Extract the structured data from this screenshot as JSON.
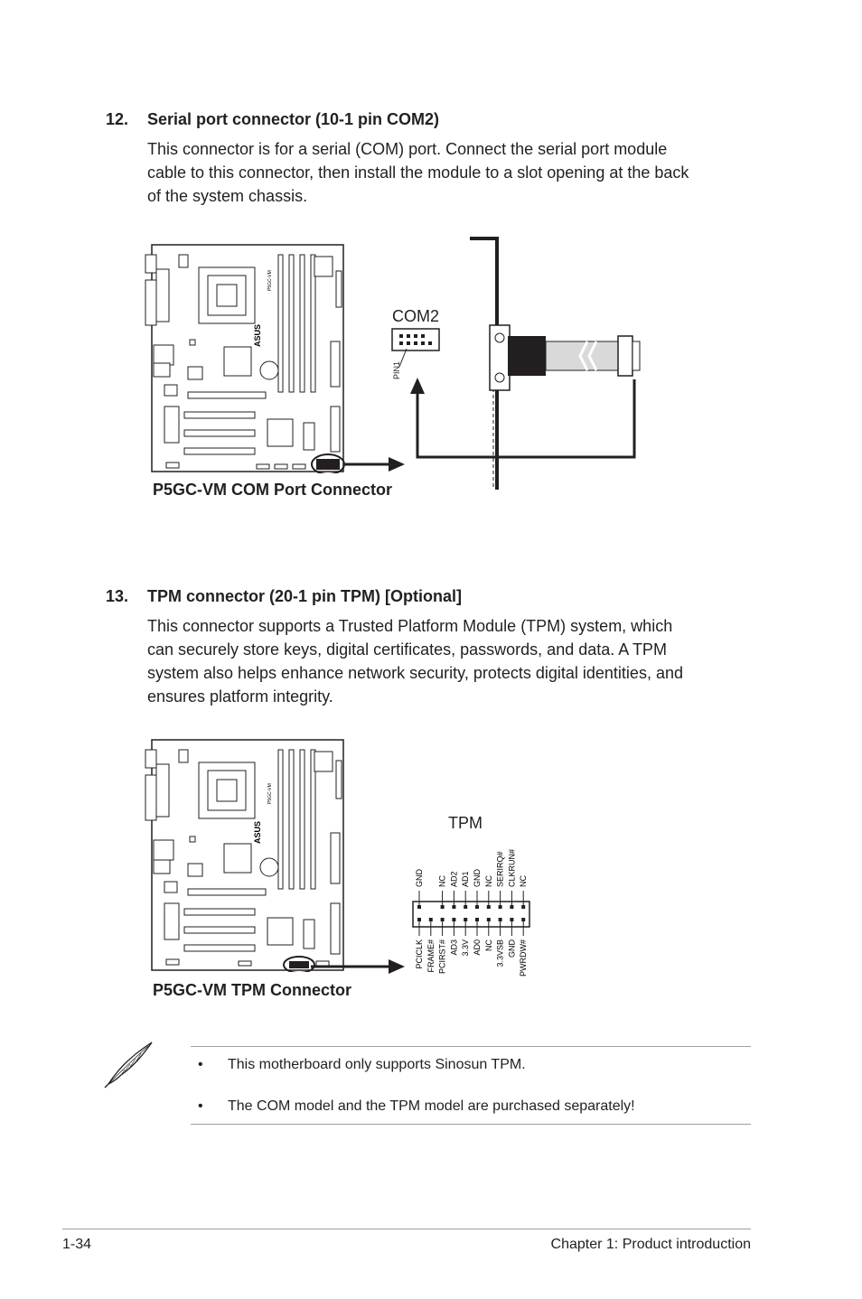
{
  "section12": {
    "number": "12.",
    "title": "Serial port connector (10-1 pin COM2)",
    "lines": [
      "This connector is for a serial (COM) port. Connect the serial port module",
      "cable to this connector, then install the module to a slot opening at the back",
      "of the system chassis."
    ],
    "connector_label": "COM2",
    "pin_label": "PIN1",
    "board_label": "P5GC-VM",
    "caption": "P5GC-VM COM Port Connector"
  },
  "section13": {
    "number": "13.",
    "title": "TPM connector (20-1 pin TPM) [Optional]",
    "lines": [
      "This connector supports a Trusted Platform Module (TPM) system, which",
      "can securely store keys, digital certificates, passwords, and data. A TPM",
      "system also helps enhance network security, protects digital identities, and",
      "ensures platform integrity."
    ],
    "connector_label": "TPM",
    "board_label": "P5GC-VM",
    "top_pins": [
      "GND",
      "",
      "NC",
      "AD2",
      "AD1",
      "GND",
      "NC",
      "SERIRQ#",
      "CLKRUN#",
      "NC"
    ],
    "bottom_pins": [
      "PCICLK",
      "FRAME#",
      "PCIRST#",
      "AD3",
      "3.3V",
      "AD0",
      "NC",
      "3.3VSB",
      "GND",
      "PWRDW#"
    ],
    "caption": "P5GC-VM TPM Connector"
  },
  "notes": {
    "bullet": "•",
    "items": [
      "This motherboard only supports Sinosun TPM.",
      "The COM model and the TPM model are purchased separately!"
    ]
  },
  "footer": {
    "page_number": "1-34",
    "chapter": "Chapter 1: Product introduction"
  }
}
